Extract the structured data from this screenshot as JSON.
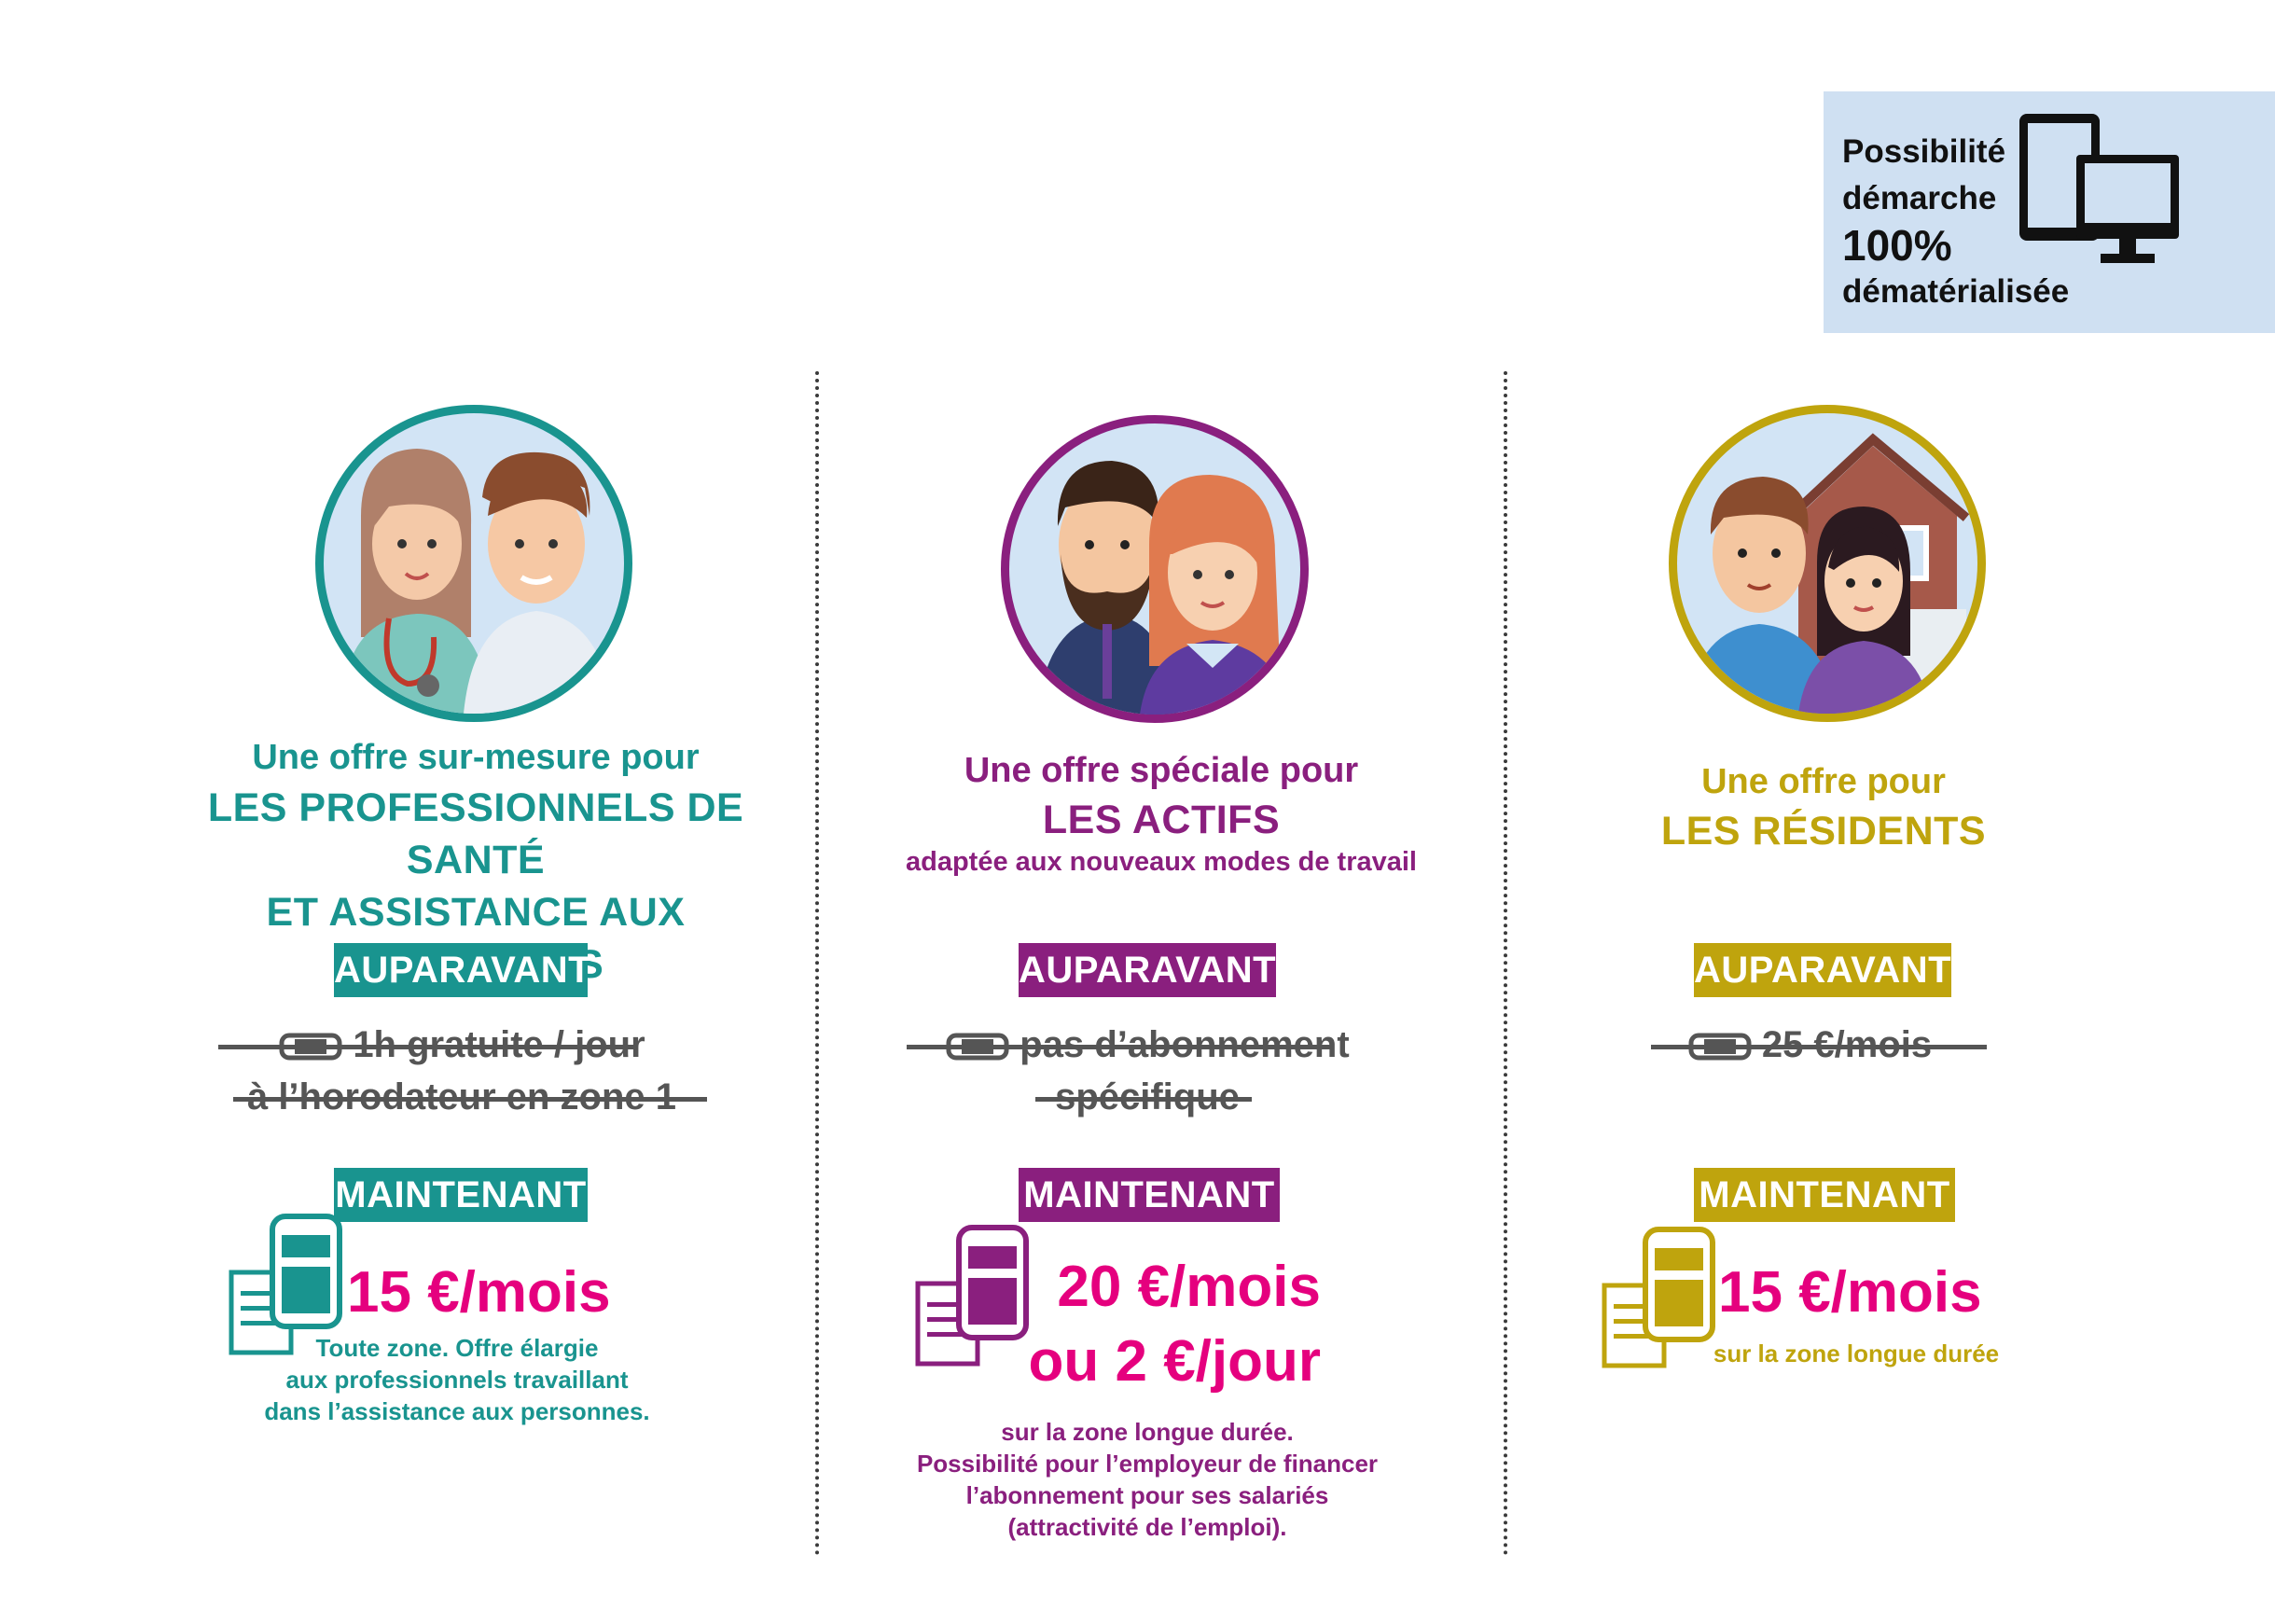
{
  "badge": {
    "line1": "Possibilité",
    "line2": "démarche",
    "line3": "100%",
    "line4": "dématérialisée"
  },
  "colors": {
    "teal": "#19948f",
    "purple": "#8a1f7e",
    "gold": "#bfa40d",
    "pink": "#e5007e",
    "strike": "#555555",
    "badge_bg": "#cfe0f2"
  },
  "columns": [
    {
      "intro_line1": "Une offre sur-mesure pour",
      "intro_line2": "LES PROFESSIONNELS DE SANTÉ",
      "intro_line3": "ET ASSISTANCE AUX PERSONNES",
      "before_label": "AUPARAVANT",
      "before_line1": "1h gratuite / jour",
      "before_line2": "à l’horodateur en zone 1",
      "now_label": "MAINTENANT",
      "price_line1": "15 €/mois",
      "desc_line1": "Toute zone. Offre élargie",
      "desc_line2": "aux professionnels travaillant",
      "desc_line3": "dans l’assistance aux personnes."
    },
    {
      "intro_line1": "Une offre spéciale pour",
      "intro_line2": "LES ACTIFS",
      "intro_line3": "adaptée aux nouveaux modes de travail",
      "before_label": "AUPARAVANT",
      "before_line1": "pas d’abonnement",
      "before_line2": "spécifique",
      "now_label": "MAINTENANT",
      "price_line1": "20 €/mois",
      "price_line2": "ou 2 €/jour",
      "desc_line1": "sur la zone longue durée.",
      "desc_line2": "Possibilité pour l’employeur de financer",
      "desc_line3": "l’abonnement pour ses salariés",
      "desc_line4": "(attractivité de l’emploi)."
    },
    {
      "intro_line1": "Une offre pour",
      "intro_line2": "LES RÉSIDENTS",
      "before_label": "AUPARAVANT",
      "before_line1": "25 €/mois",
      "now_label": "MAINTENANT",
      "price_line1": "15 €/mois",
      "desc_line1": "sur la zone longue durée"
    }
  ]
}
